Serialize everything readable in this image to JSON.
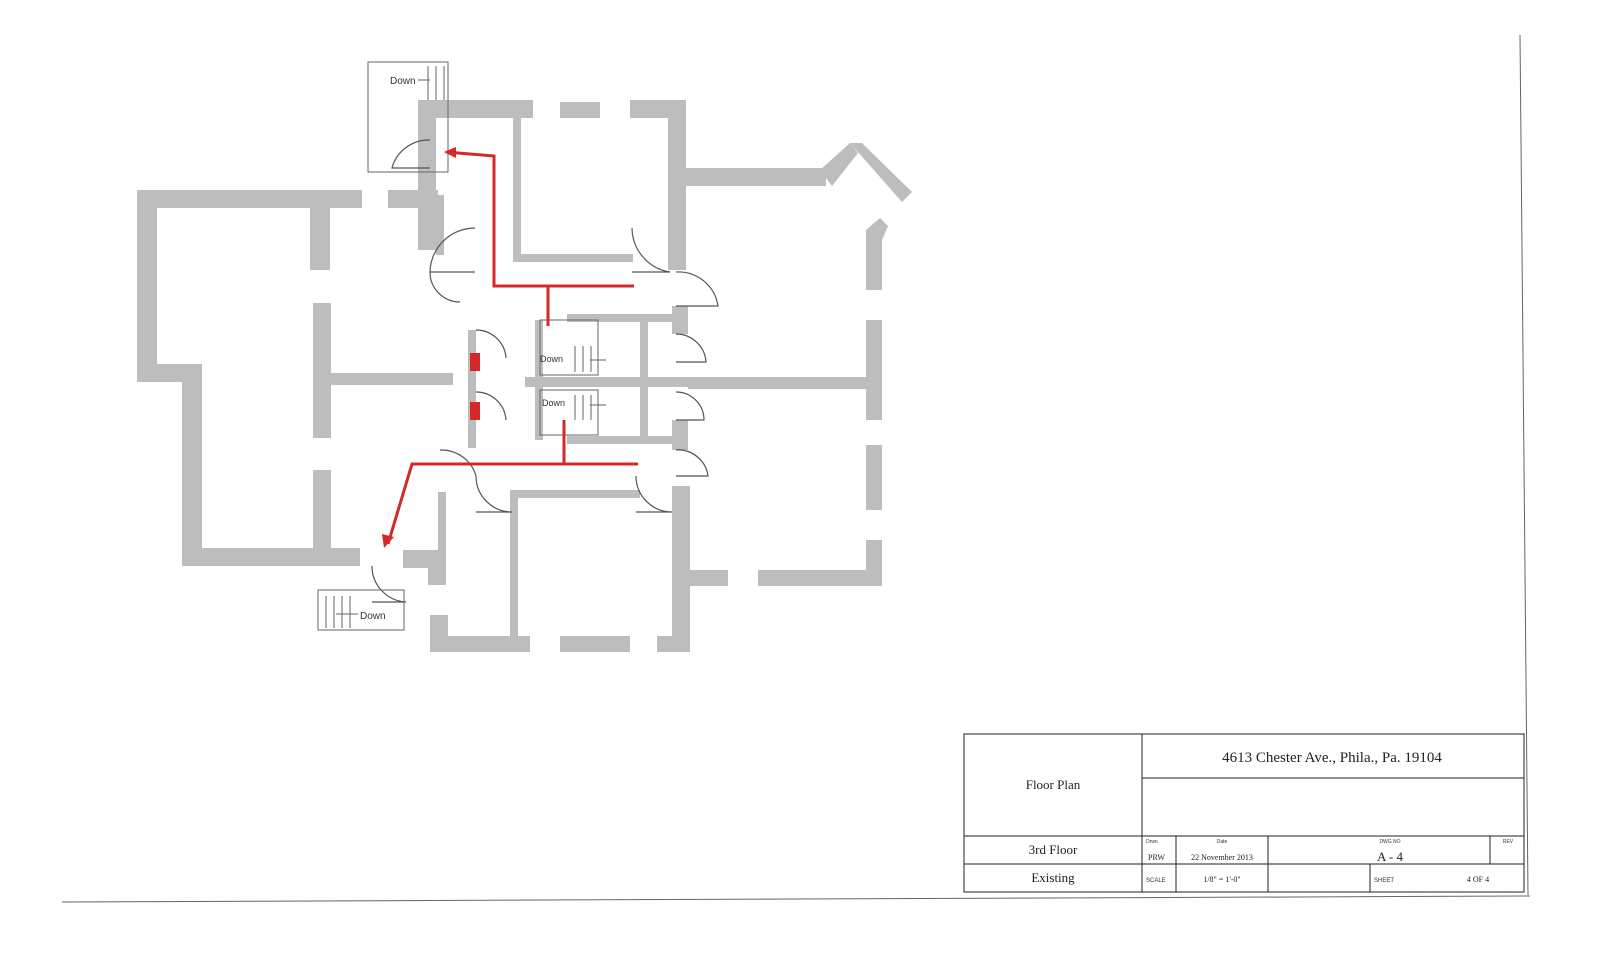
{
  "plan": {
    "stair_labels": [
      "Down",
      "Down",
      "Down",
      "Down"
    ],
    "egress_color": "#d62828",
    "wall_color": "#bdbdbd"
  },
  "title_block": {
    "address": "4613 Chester Ave., Phila., Pa. 19104",
    "sheet_title": "Floor Plan",
    "floor": "3rd Floor",
    "status": "Existing",
    "drawn_label": "Drwn",
    "drawn_value": "PRW",
    "date_label": "Date",
    "date_value": "22 November 2013",
    "dwg_no_label": "DWG NO",
    "dwg_no_value": "A - 4",
    "rev_label": "REV",
    "scale_label": "SCALE",
    "scale_value": "1/8\" = 1'-0\"",
    "sheet_label": "SHEET",
    "sheet_value": "4 OF 4"
  }
}
